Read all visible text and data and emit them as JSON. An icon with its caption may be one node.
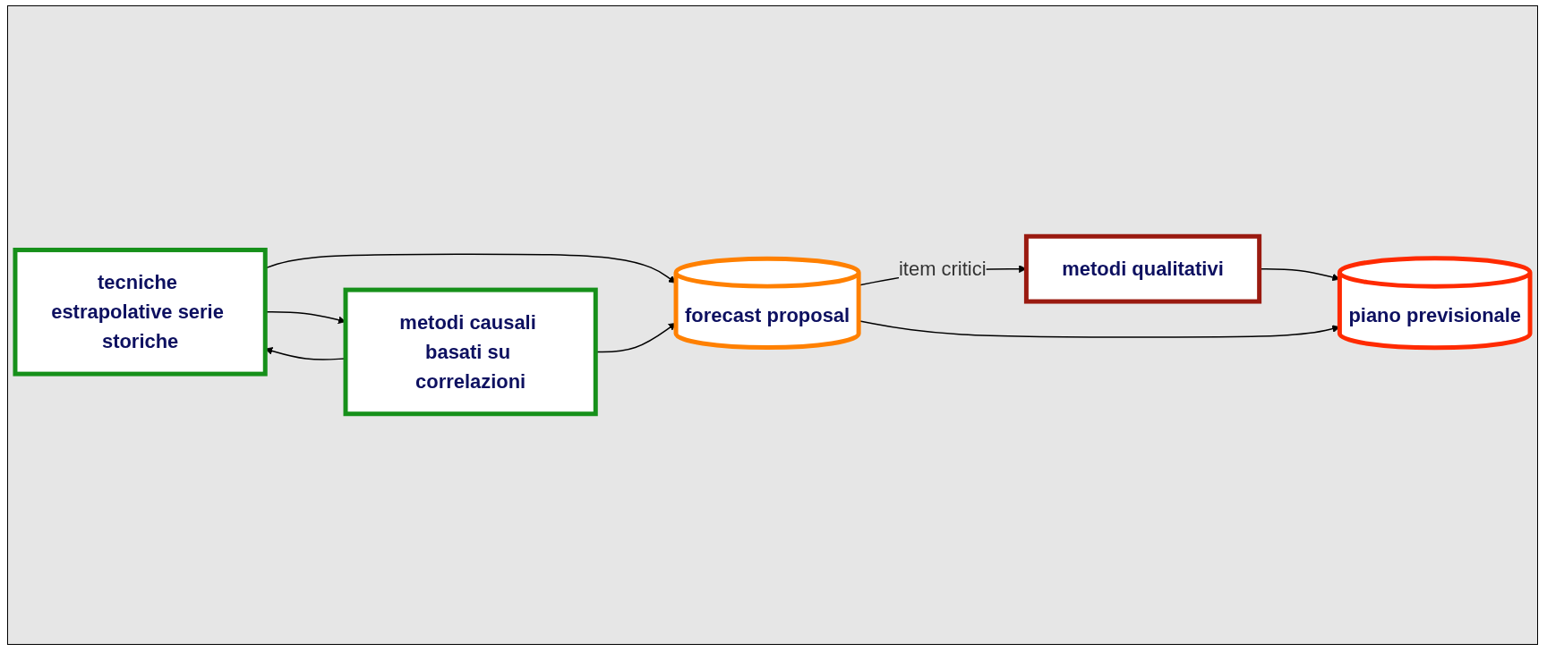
{
  "diagram": {
    "nodes": [
      {
        "text": [
          "tecniche estrapolative serie storiche"
        ]
      },
      {
        "text": [
          "metodi causali basati su correlazioni"
        ]
      },
      {
        "text": [
          "forecast proposal"
        ]
      },
      {
        "text": [
          "metodi qualitativi"
        ]
      },
      {
        "text": [
          "piano previsionale"
        ]
      }
    ],
    "edges": [
      {
        "from": 1,
        "to": 0,
        "arrow": "to"
      },
      {
        "from": 0,
        "to": 1,
        "arrow": "to"
      },
      {
        "from": 0,
        "to": 2,
        "arrow": "to"
      },
      {
        "from": 1,
        "to": 2,
        "arrow": "to"
      },
      {
        "from": 2,
        "to": 3,
        "label": "item critici",
        "arrow": "to"
      },
      {
        "from": 3,
        "to": 4,
        "arrow": "to"
      },
      {
        "from": 2,
        "to": 4,
        "arrow": "to"
      }
    ]
  }
}
